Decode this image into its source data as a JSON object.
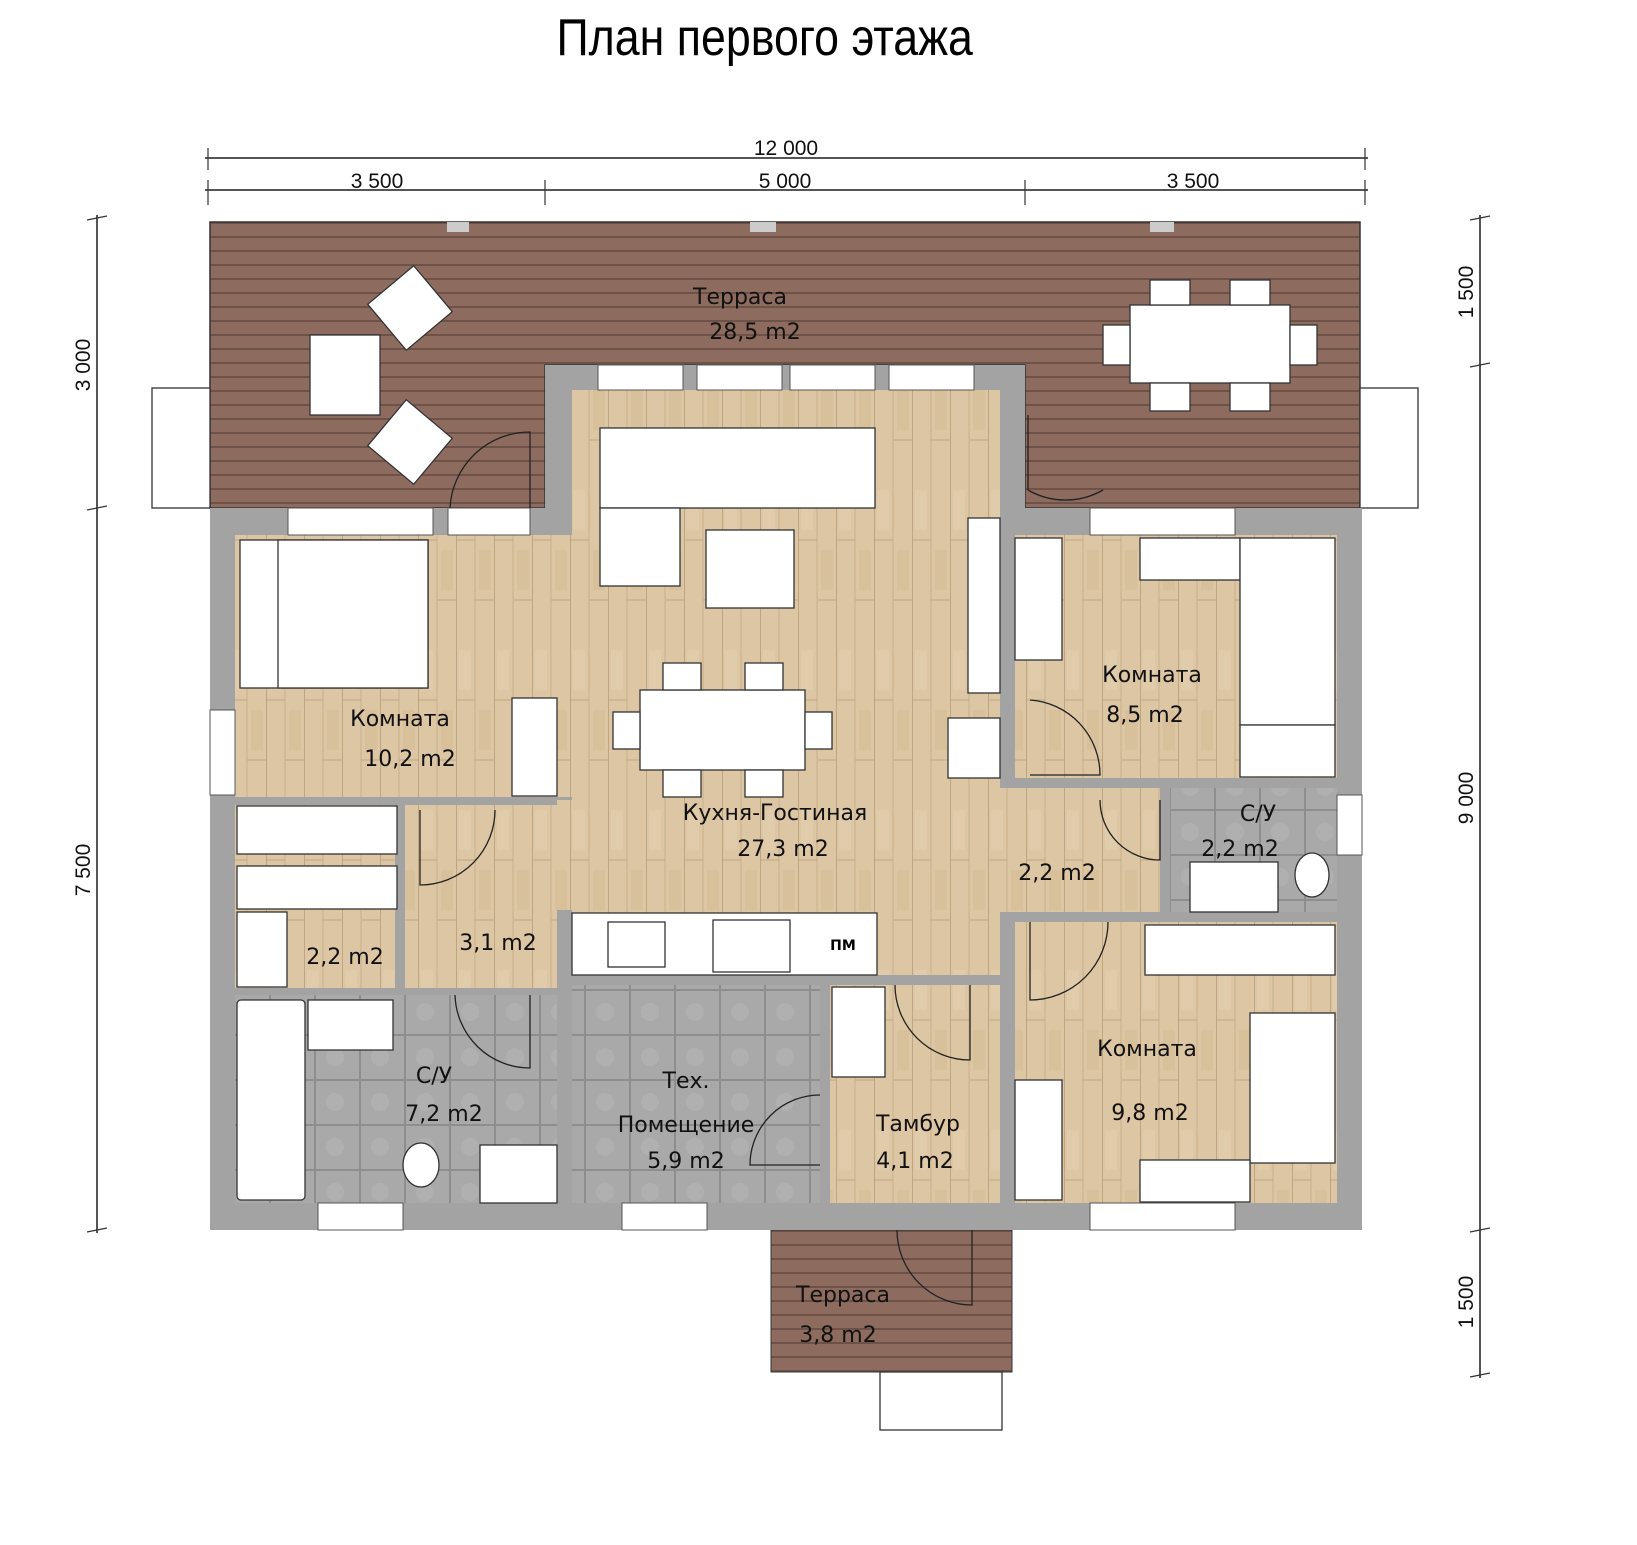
{
  "title": "План первого этажа",
  "dimensions": {
    "top_total": "12 000",
    "top_segments": [
      "3 500",
      "5 000",
      "3 500"
    ],
    "left": [
      "3 000",
      "7 500"
    ],
    "right": [
      "1 500",
      "9 000",
      "1 500"
    ]
  },
  "rooms": {
    "terrace_main": {
      "name": "Терраса",
      "area": "28,5 m2"
    },
    "bedroom_1": {
      "name": "Комната",
      "area": "10,2 m2"
    },
    "kitchen_living": {
      "name": "Кухня-Гостиная",
      "area": "27,3 m2"
    },
    "bedroom_2": {
      "name": "Комната",
      "area": "8,5 m2"
    },
    "bathroom_small": {
      "name": "С/У",
      "area": "2,2 m2"
    },
    "hall": {
      "area": "2,2 m2"
    },
    "wardrobe": {
      "area": "2,2 m2"
    },
    "corridor": {
      "area": "3,1 m2"
    },
    "bathroom_large": {
      "name": "С/У",
      "area": "7,2 m2"
    },
    "tech_room": {
      "name_line1": "Тех.",
      "name_line2": "Помещение",
      "area": "5,9 m2"
    },
    "vestibule": {
      "name": "Тамбур",
      "area": "4,1 m2"
    },
    "bedroom_3": {
      "name": "Комната",
      "area": "9,8 m2"
    },
    "terrace_entry": {
      "name": "Терраса",
      "area": "3,8 m2"
    }
  },
  "appliance_label": "ПМ",
  "colors": {
    "wood_floor": "#dcc6a3",
    "terrace_deck": "#8d6c5f",
    "tile_floor": "#a9a9a9",
    "wall": "#a3a3a3"
  }
}
